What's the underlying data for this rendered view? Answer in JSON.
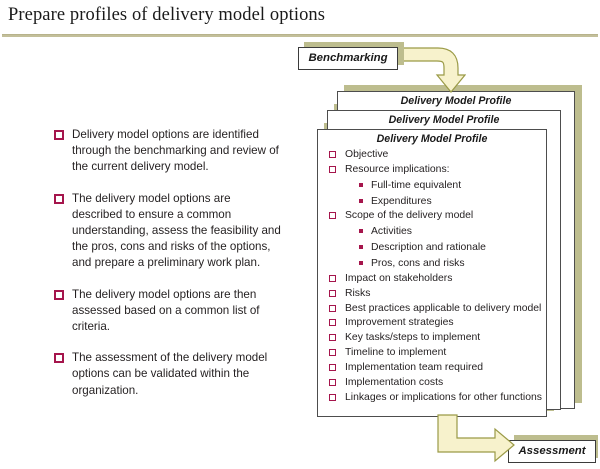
{
  "slide": {
    "title": "Prepare profiles of delivery model options",
    "accent_crimson": "#a5154c",
    "accent_olive": "#bdbd8e",
    "arrow_fill": "#f7f2cc",
    "arrow_border": "#9a9a46",
    "rule_color": "#c3bf9a"
  },
  "left_bullets": [
    "Delivery model options are identified through the benchmarking and review of the current delivery model.",
    "The delivery model options are described to ensure a common understanding, assess the feasibility and the pros, cons and risks of the options, and prepare a preliminary work plan.",
    "The delivery model options are then assessed based on a common list of criteria.",
    "The assessment of the delivery model options can be validated within the organization."
  ],
  "process": {
    "benchmarking_label": "Benchmarking",
    "assessment_label": "Assessment",
    "arrow_top_name": "curved-arrow-down",
    "arrow_bottom_name": "elbow-arrow-right"
  },
  "cards": {
    "back_title": "Delivery Model Profile",
    "middle_title": "Delivery Model Profile",
    "front_title": "Delivery Model Profile"
  },
  "profile_items": [
    {
      "type": "main",
      "text": "Objective"
    },
    {
      "type": "main",
      "text": "Resource implications:"
    },
    {
      "type": "sub",
      "text": "Full-time equivalent"
    },
    {
      "type": "sub",
      "text": "Expenditures"
    },
    {
      "type": "main",
      "text": "Scope of the delivery model"
    },
    {
      "type": "sub",
      "text": "Activities"
    },
    {
      "type": "sub",
      "text": "Description and rationale"
    },
    {
      "type": "sub",
      "text": "Pros, cons and risks"
    },
    {
      "type": "main",
      "text": "Impact on stakeholders"
    },
    {
      "type": "main",
      "text": "Risks"
    },
    {
      "type": "main",
      "text": "Best practices applicable to delivery model"
    },
    {
      "type": "main",
      "text": "Improvement strategies"
    },
    {
      "type": "main",
      "text": "Key tasks/steps to implement"
    },
    {
      "type": "main",
      "text": "Timeline to implement"
    },
    {
      "type": "main",
      "text": "Implementation team required"
    },
    {
      "type": "main",
      "text": "Implementation costs"
    },
    {
      "type": "main",
      "text": "Linkages or implications for other functions"
    }
  ]
}
